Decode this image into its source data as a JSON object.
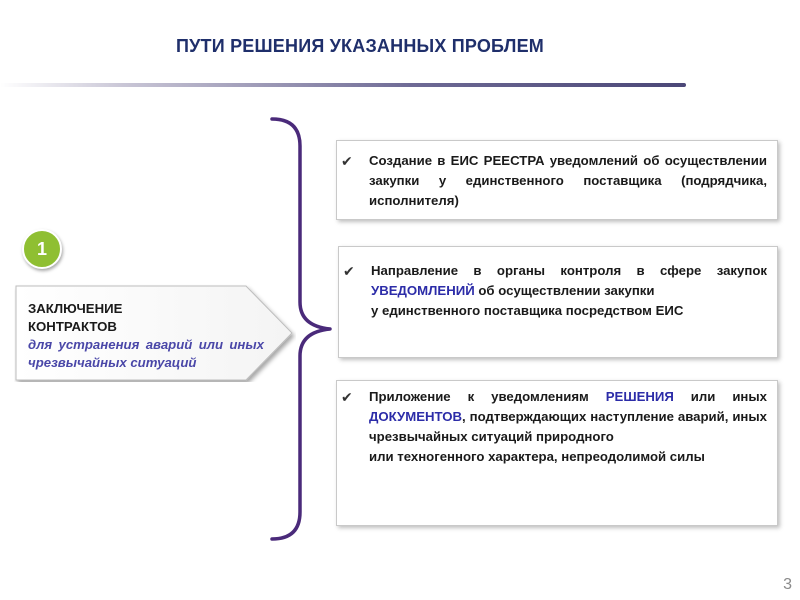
{
  "slide": {
    "title": "ПУТИ РЕШЕНИЯ УКАЗАННЫХ ПРОБЛЕМ",
    "badge": "1",
    "page_number": "3"
  },
  "left_block": {
    "line1": "ЗАКЛЮЧЕНИЕ",
    "line2": "КОНТРАКТОВ",
    "subtitle": "для устранения аварий или иных чрезвычайных ситуаций"
  },
  "cards": [
    {
      "check": "✔",
      "text": "Создание в ЕИС РЕЕСТРА уведомлений об осуществлении закупки у единственного поставщика (подрядчика, исполнителя)"
    },
    {
      "check": "✔",
      "t1": "Направление в органы контроля в сфере закупок ",
      "t2": "УВЕДОМЛЕНИЙ",
      "t3": " об осуществлении закупки",
      "t4": "у единственного поставщика посредством ЕИС"
    },
    {
      "check": "✔",
      "t1": "Приложение к уведомлениям ",
      "t2": "РЕШЕНИЯ",
      "t3": " или иных ",
      "t4": "ДОКУМЕНТОВ",
      "t5": ", подтверждающих наступление аварий, иных чрезвычайных ситуаций природного",
      "t6": "или техногенного характера, непреодолимой силы"
    }
  ],
  "colors": {
    "title": "#1f2f6b",
    "accent_purple": "#4a2a7a",
    "badge_green": "#8fbf32",
    "highlight_blue": "#2c2ca8"
  }
}
